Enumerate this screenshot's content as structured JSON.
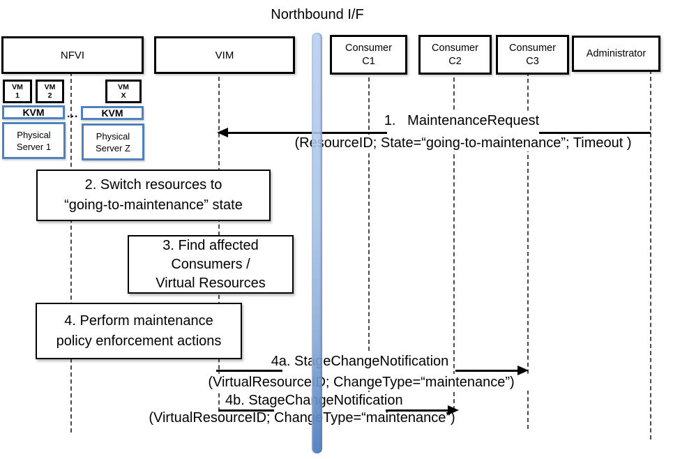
{
  "title": "Northbound I/F",
  "actors": {
    "nfvi": "NFVI",
    "vim": "VIM",
    "c1": [
      "Consumer",
      "C1"
    ],
    "c2": [
      "Consumer",
      "C2"
    ],
    "c3": [
      "Consumer",
      "C3"
    ],
    "admin": "Administrator"
  },
  "nfvi_detail": {
    "vm1": [
      "VM",
      "1"
    ],
    "vm2": [
      "VM",
      "2"
    ],
    "vmx": [
      "VM",
      "X"
    ],
    "kvm1": "KVM",
    "kvm2": "KVM",
    "dots": "...",
    "server1": [
      "Physical",
      "Server 1"
    ],
    "serverz": [
      "Physical",
      "Server Z"
    ]
  },
  "steps": {
    "s2": [
      "2. Switch resources to",
      "“going-to-maintenance” state"
    ],
    "s3": [
      "3. Find affected",
      "Consumers /",
      "Virtual Resources"
    ],
    "s4": [
      "4. Perform maintenance",
      "policy enforcement actions"
    ]
  },
  "messages": {
    "m1": [
      "1.   MaintenanceRequest",
      "(ResourceID; State=“going-to-maintenance”; Timeout )"
    ],
    "m4a": [
      "4a. StageChangeNotification",
      "(VirtualResourceID; ChangeType=“maintenance”)"
    ],
    "m4b": [
      "4b. StageChangeNotification",
      "(VirtualResourceID; ChangeType=“maintenance”)"
    ]
  },
  "colors": {
    "box_border": "#000000",
    "blue_border": "#4f81bd",
    "bar_top": "#b6ceee",
    "bar_bottom": "#527fc0",
    "lifeline": "#4a4a4a"
  }
}
